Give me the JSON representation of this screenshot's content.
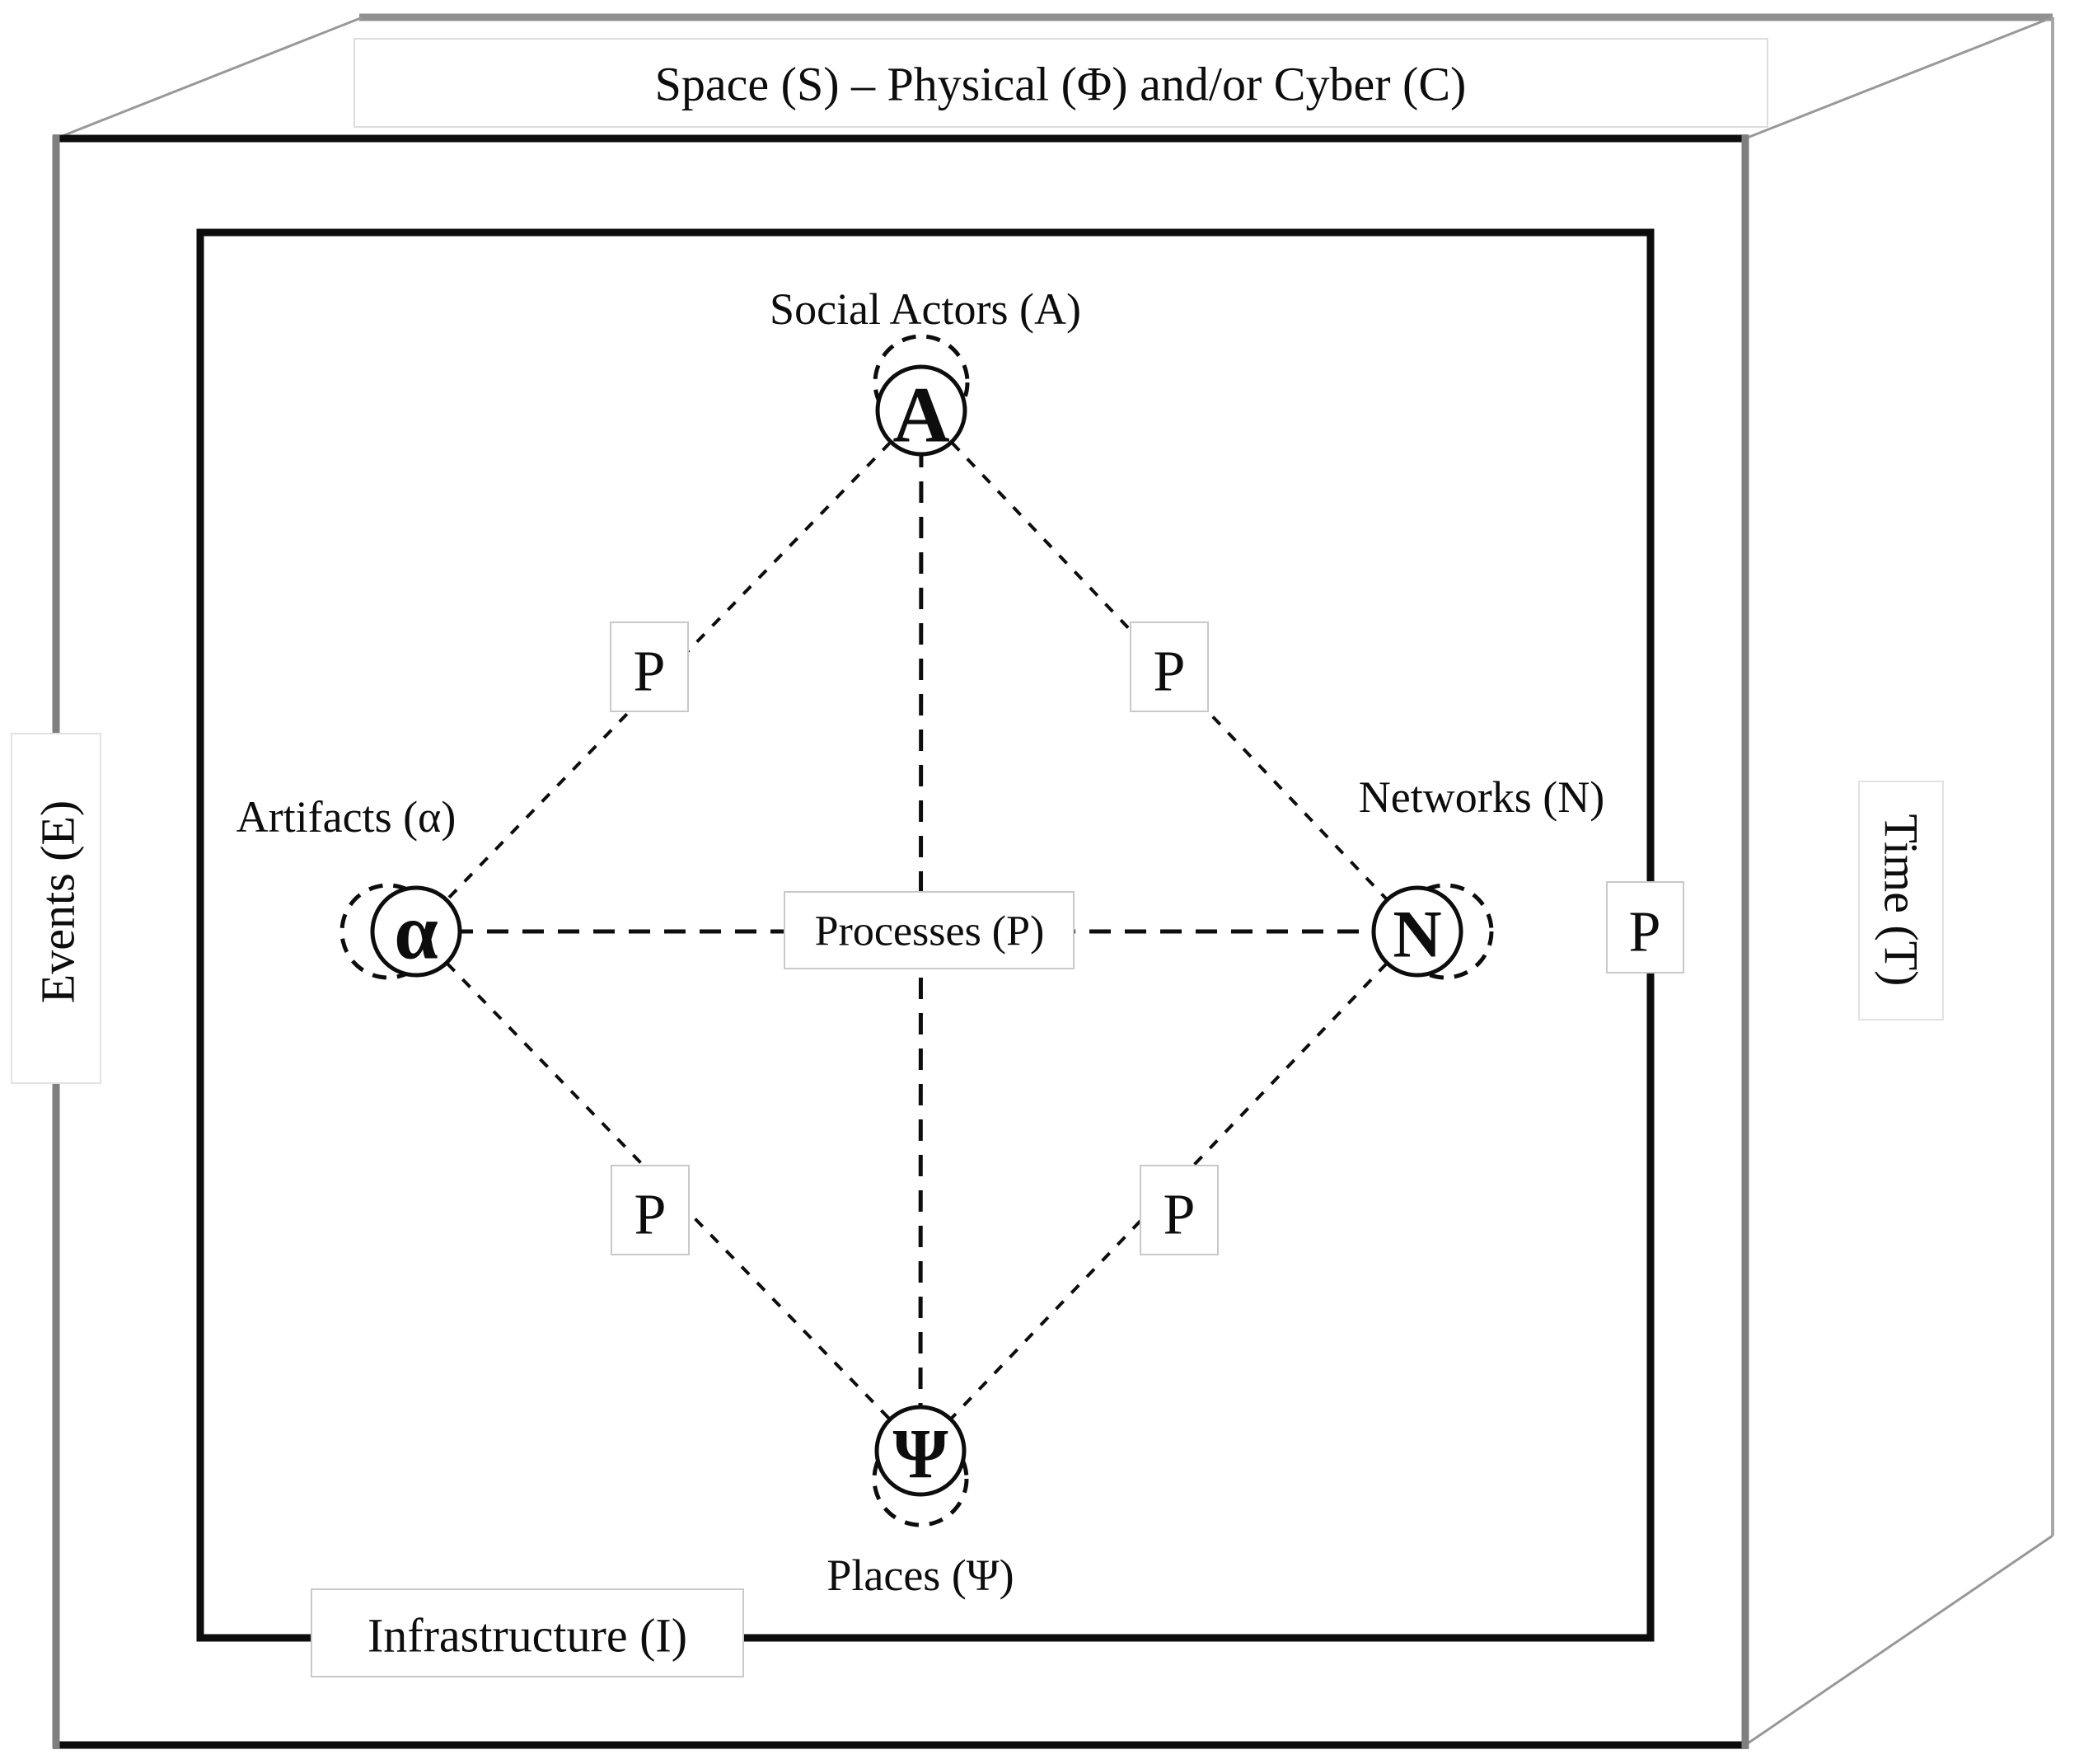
{
  "figure": {
    "faces": {
      "top_label": "Space (S) – Physical (Φ) and/or Cyber (C)",
      "left_label": "Events (E)",
      "right_label": "Time (T)",
      "bottom_label": "Infrastructure (I)"
    },
    "nodes": {
      "social_actors": {
        "label": "Social Actors (A)",
        "symbol": "A"
      },
      "artifacts": {
        "label": "Artifacts (α)",
        "symbol": "α"
      },
      "networks": {
        "label": "Networks (N)",
        "symbol": "N"
      },
      "places": {
        "label": "Places (Ψ)",
        "symbol": "Ψ"
      }
    },
    "center_label": "Processes (P)",
    "process_marker": "P",
    "colors": {
      "line_black": "#0d0d0d",
      "front_side_gray": "#7f7f7f",
      "back_edge_gray": "#989898",
      "label_box_border": "#c9c9c9",
      "background": "#ffffff"
    }
  }
}
